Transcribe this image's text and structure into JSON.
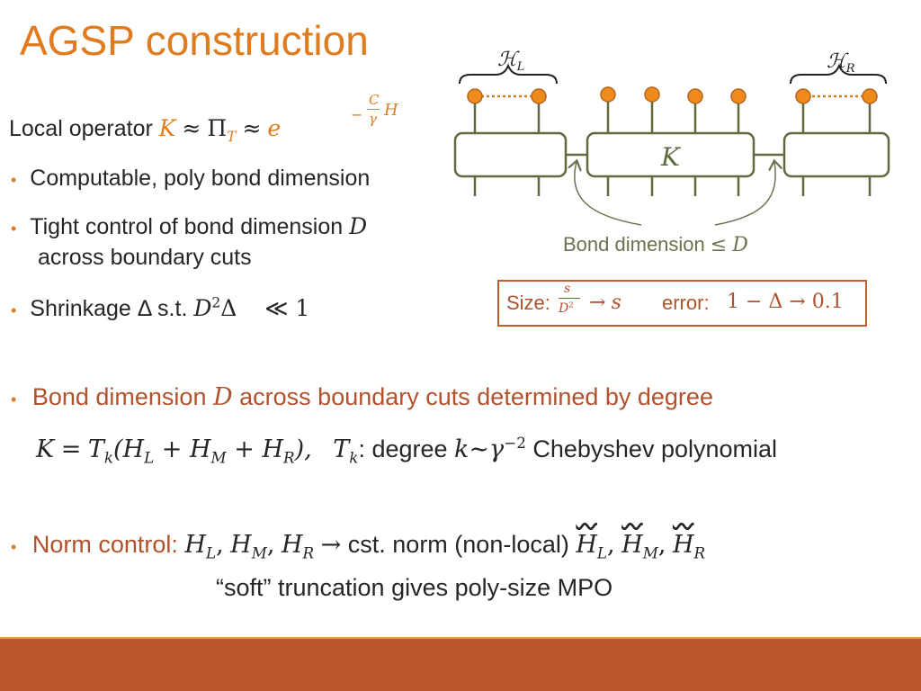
{
  "title": "AGSP construction",
  "local_operator": {
    "label": "Local operator",
    "K": "K",
    "approx1": "≈",
    "pi": "Π",
    "pi_sub": "T",
    "approx2": "≈",
    "e": "e",
    "exp_minus": "−",
    "exp_num": "C",
    "exp_den": "γ",
    "exp_H": "H"
  },
  "bullets_top": [
    {
      "text": "Computable, poly bond dimension"
    },
    {
      "text_a": "Tight control of bond dimension",
      "D": "D",
      "text_b": "across boundary cuts"
    },
    {
      "text_a": "Shrinkage Δ s.t.",
      "D": "D",
      "sup": "2",
      "delta": "Δ",
      "ll": "≪ 1"
    }
  ],
  "diagram": {
    "hl": "ℋ",
    "hl_sub": "L",
    "hr": "ℋ",
    "hr_sub": "R",
    "k_label": "K",
    "bond_text": "Bond dimension",
    "bond_leq": "≤",
    "bond_D": "D",
    "colors": {
      "tensor": "#5E6A3F",
      "node": "#F08A1C",
      "node_edge": "#B2651C",
      "dots": "#E07B1F",
      "arrow": "#6E7150"
    }
  },
  "note": {
    "size_label": "Size:",
    "frac_num": "s",
    "frac_den": "D",
    "frac_den_sup": "2",
    "arrow1": "→",
    "s": "s",
    "error_label": "error:",
    "error_expr": "1 − Δ → 0.1"
  },
  "bullet_bond": {
    "text_a": "Bond dimension",
    "D": "D",
    "text_b": "across boundary cuts determined by degree"
  },
  "formula": {
    "K": "K",
    "eq": "=",
    "T": "T",
    "T_sub": "k",
    "args": "(H",
    "HL_sub": "L",
    "plus1": " + H",
    "HM_sub": "M",
    "plus2": " + H",
    "HR_sub": "R",
    "close": "),",
    "T2": "T",
    "T2_sub": "k",
    "colon": ": degree",
    "k": "k",
    "tilde": "∼",
    "gamma": "γ",
    "gamma_sup": "−2",
    "cheb": "Chebyshev polynomial"
  },
  "bullet_norm": {
    "label": "Norm control:",
    "H": "H",
    "L": "L",
    "M": "M",
    "R": "R",
    "comma": ",",
    "arrow": "→",
    "middle": "cst. norm (non-local)",
    "soft": "“soft” truncation gives poly-size MPO"
  },
  "theme": {
    "accent": "#E07B1F",
    "brown": "#B0522B",
    "band": "#BA582B",
    "band_line": "#E99C3A"
  }
}
